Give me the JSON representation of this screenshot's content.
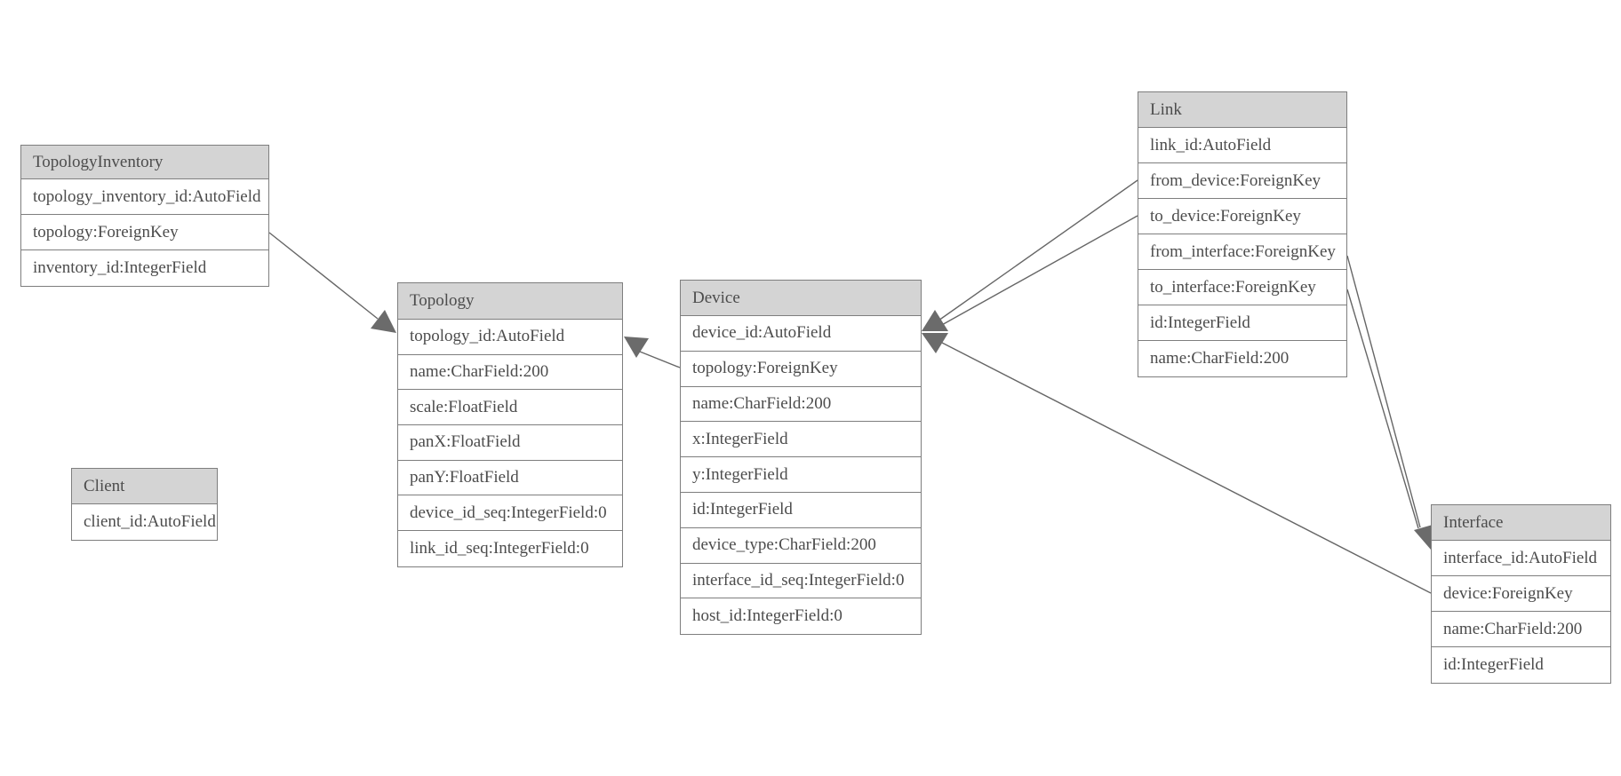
{
  "diagram": {
    "type": "entity-relationship-model-graph",
    "background_color": "#ffffff",
    "colors": {
      "header_fill": "#d4d4d4",
      "table_border": "#7e7e7e",
      "text": "#4c4c4c",
      "relation_line": "#666666",
      "arrowhead_fill": "#6b6b6b"
    },
    "entities": [
      {
        "name": "TopologyInventory",
        "fields": [
          "topology_inventory_id:AutoField",
          "topology:ForeignKey",
          "inventory_id:IntegerField"
        ]
      },
      {
        "name": "Topology",
        "fields": [
          "topology_id:AutoField",
          "name:CharField:200",
          "scale:FloatField",
          "panX:FloatField",
          "panY:FloatField",
          "device_id_seq:IntegerField:0",
          "link_id_seq:IntegerField:0"
        ]
      },
      {
        "name": "Client",
        "fields": [
          "client_id:AutoField"
        ]
      },
      {
        "name": "Device",
        "fields": [
          "device_id:AutoField",
          "topology:ForeignKey",
          "name:CharField:200",
          "x:IntegerField",
          "y:IntegerField",
          "id:IntegerField",
          "device_type:CharField:200",
          "interface_id_seq:IntegerField:0",
          "host_id:IntegerField:0"
        ]
      },
      {
        "name": "Link",
        "fields": [
          "link_id:AutoField",
          "from_device:ForeignKey",
          "to_device:ForeignKey",
          "from_interface:ForeignKey",
          "to_interface:ForeignKey",
          "id:IntegerField",
          "name:CharField:200"
        ]
      },
      {
        "name": "Interface",
        "fields": [
          "interface_id:AutoField",
          "device:ForeignKey",
          "name:CharField:200",
          "id:IntegerField"
        ]
      }
    ],
    "relationships": [
      {
        "from": "TopologyInventory.topology",
        "to": "Topology.topology_id"
      },
      {
        "from": "Device.topology",
        "to": "Topology"
      },
      {
        "from": "Link.from_device",
        "to": "Device.device_id"
      },
      {
        "from": "Link.to_device",
        "to": "Device.device_id"
      },
      {
        "from": "Link.from_interface",
        "to": "Interface.interface_id"
      },
      {
        "from": "Link.to_interface",
        "to": "Interface.interface_id"
      },
      {
        "from": "Interface.device",
        "to": "Device.device_id"
      }
    ]
  }
}
